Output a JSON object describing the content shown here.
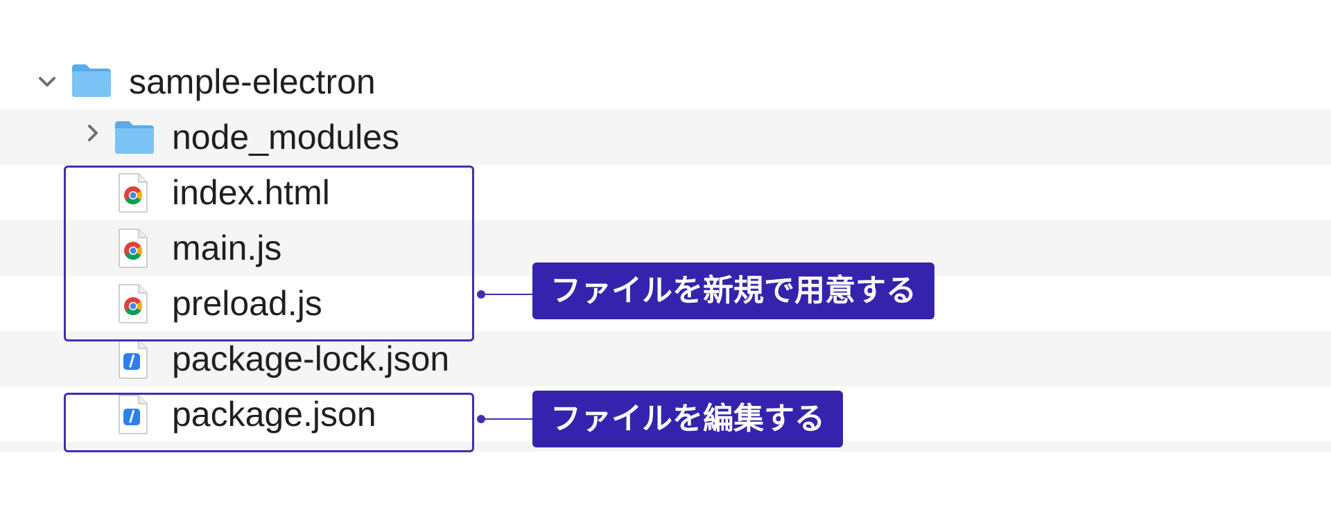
{
  "tree": {
    "root": {
      "label": "sample-electron",
      "expanded": true,
      "icon": "folder-icon"
    },
    "items": [
      {
        "label": "node_modules",
        "kind": "folder",
        "expanded": false,
        "icon": "folder-icon"
      },
      {
        "label": "index.html",
        "kind": "file",
        "icon": "chrome-file-icon"
      },
      {
        "label": "main.js",
        "kind": "file",
        "icon": "chrome-file-icon"
      },
      {
        "label": "preload.js",
        "kind": "file",
        "icon": "chrome-file-icon"
      },
      {
        "label": "package-lock.json",
        "kind": "file",
        "icon": "json-file-icon"
      },
      {
        "label": "package.json",
        "kind": "file",
        "icon": "json-file-icon"
      }
    ]
  },
  "annotations": [
    {
      "text": "ファイルを新規で用意する"
    },
    {
      "text": "ファイルを編集する"
    }
  ],
  "colors": {
    "accent": "#3623ad",
    "row_alt": "#f4f5f4",
    "folder_blue": "#5fb2ee"
  }
}
